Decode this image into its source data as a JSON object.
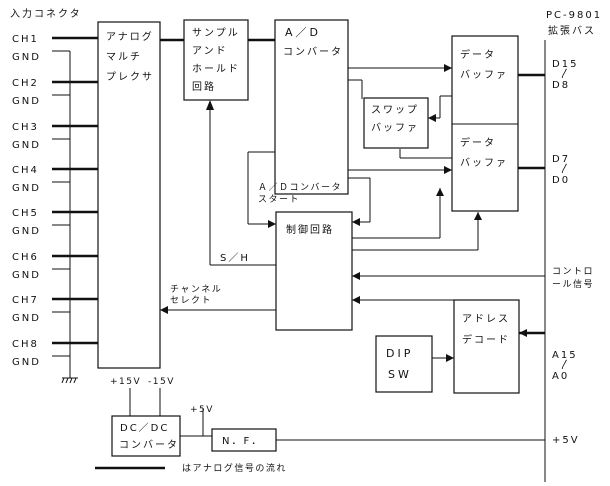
{
  "input_connector_label": "入力コネクタ",
  "channels": [
    {
      "ch": "CH1",
      "gnd": "GND"
    },
    {
      "ch": "CH2",
      "gnd": "GND"
    },
    {
      "ch": "CH3",
      "gnd": "GND"
    },
    {
      "ch": "CH4",
      "gnd": "GND"
    },
    {
      "ch": "CH5",
      "gnd": "GND"
    },
    {
      "ch": "CH6",
      "gnd": "GND"
    },
    {
      "ch": "CH7",
      "gnd": "GND"
    },
    {
      "ch": "CH8",
      "gnd": "GND"
    }
  ],
  "mux": [
    "アナログ",
    "マルチ",
    "プレクサ"
  ],
  "sample_hold": [
    "サンプル",
    "アンド",
    "ホールド",
    "回路"
  ],
  "adc": [
    "A／D",
    "コンバータ"
  ],
  "data_buffer_upper": [
    "データ",
    "バッファ"
  ],
  "data_buffer_lower": [
    "データ",
    "バッファ"
  ],
  "swap_buffer": [
    "スワップ",
    "バッファ"
  ],
  "ad_start": [
    "Ａ／Ｄコンバータ",
    "スタート"
  ],
  "control_circuit": "制御回路",
  "sh_label": "S／H",
  "channel_select": [
    "チャンネル",
    "セレクト"
  ],
  "address_decoder": [
    "アドレス",
    "デコード"
  ],
  "dip_sw": [
    "DIP",
    "SW"
  ],
  "dcdc": [
    "DC／DC",
    "コンバータ"
  ],
  "nf": "N．F．",
  "v_plus15": "+15V",
  "v_minus15": "-15V",
  "v_plus5": "+5V",
  "bus_title": [
    "PC-9801",
    "拡張バス"
  ],
  "bus_d_upper": [
    "D15",
    "〳",
    "D8"
  ],
  "bus_d_lower": [
    "D7",
    "〳",
    "D0"
  ],
  "bus_control": [
    "コントロ",
    "ール信号"
  ],
  "bus_address": [
    "A15",
    "〳",
    "A0"
  ],
  "bus_power": "+5V",
  "legend": "はアナログ信号の流れ"
}
